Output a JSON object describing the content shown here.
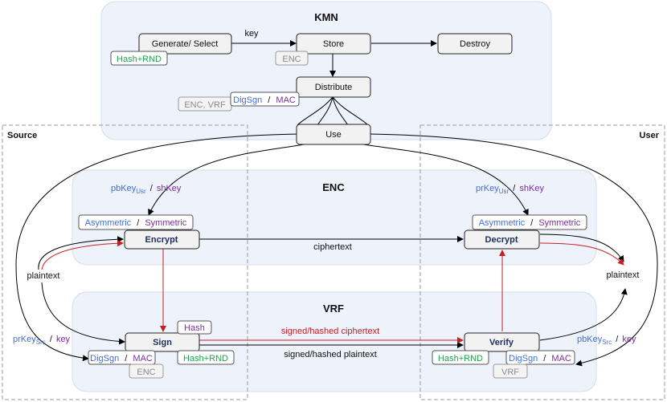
{
  "colors": {
    "blue": "#3f6fd8",
    "purple": "#7a2e9b",
    "green": "#18a84a",
    "gray": "#8a8a8a",
    "red": "#c42020",
    "navy": "#1d2f5c",
    "region_fill": "#eef2fb"
  },
  "regions": {
    "kmn": "KMN",
    "enc": "ENC",
    "vrf": "VRF",
    "source": "Source",
    "user": "User"
  },
  "nodes": {
    "generate": "Generate/ Select",
    "store": "Store",
    "destroy": "Destroy",
    "distribute": "Distribute",
    "use": "Use",
    "encrypt": "Encrypt",
    "decrypt": "Decrypt",
    "sign": "Sign",
    "verify": "Verify"
  },
  "tags": {
    "hash_rnd": "Hash+RND",
    "enc": "ENC",
    "enc_vrf": "ENC, VRF",
    "digsgn": "DigSgn",
    "mac": "MAC",
    "slash": "/",
    "asymmetric": "Asymmetric",
    "symmetric": "Symmetric",
    "hash": "Hash",
    "vrf": "VRF"
  },
  "labels": {
    "key": "key",
    "ciphertext": "ciphertext",
    "plaintext_left": "plaintext",
    "plaintext_right": "plaintext",
    "signed_ciphertext": "signed/hashed ciphertext",
    "signed_plaintext": "signed/hashed plaintext",
    "pbkey": "pbKey",
    "prkey": "prKey",
    "shkey": "shKey",
    "usr_sub": "Usr",
    "src_sub": "Src"
  }
}
